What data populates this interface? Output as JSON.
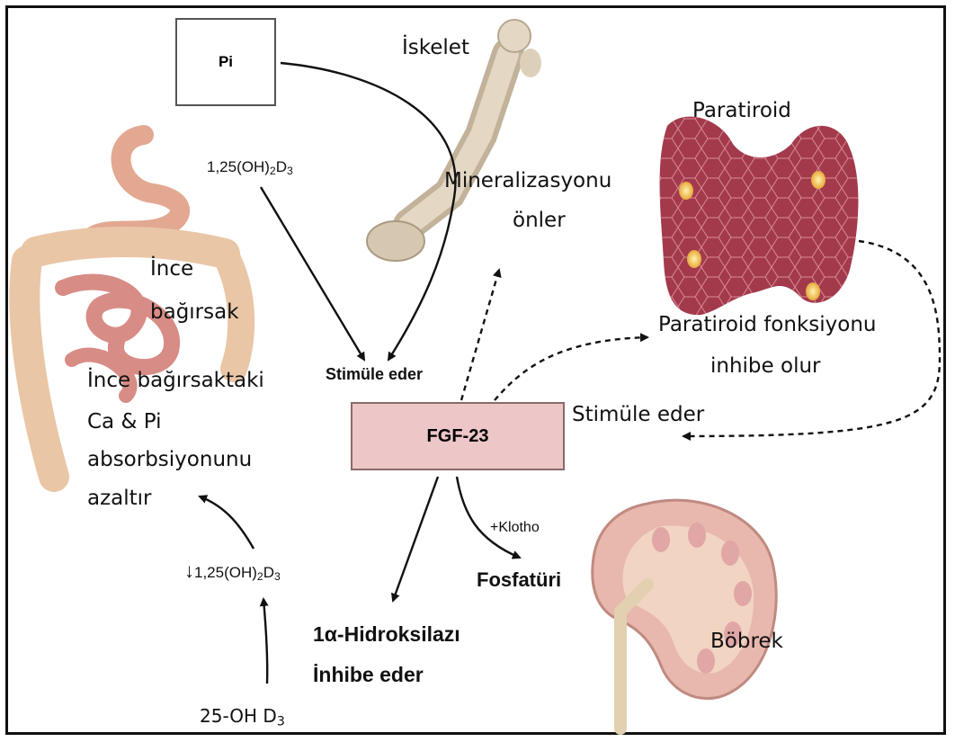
{
  "nodes": {
    "pi": "Pi",
    "fgf23": "FGF-23",
    "skeleton": "İskelet",
    "parathyroid": "Paratiroid",
    "kidney": "Böbrek",
    "intestine_line1": "İnce",
    "intestine_line2": "bağırsak"
  },
  "labels": {
    "vitd_top_prefix": "1,25(OH)",
    "vitd_top_sub1": "2",
    "vitd_top_mid": "D",
    "vitd_top_sub2": "3",
    "mineral_line1": "Mineralizasyonu",
    "mineral_line2": "önler",
    "stim_left": "Stimüle eder",
    "stim_right": "Stimüle eder",
    "pth_line1": "Paratiroid fonksiyonu",
    "pth_line2": "inhibe olur",
    "absorb_line1": "İnce bağırsaktaki",
    "absorb_line2": "Ca & Pi",
    "absorb_line3": "absorbsiyonunu",
    "absorb_line4": "azaltır",
    "klotho": "+Klotho",
    "phosphaturia": "Fosfatüri",
    "hydroxylase_line1": "1α-Hidroksilazı",
    "hydroxylase_line2": "İnhibe eder",
    "vitd_down_arrow": "↓",
    "vitd_down_prefix": "1,25(OH)",
    "vitd_down_sub1": "2",
    "vitd_down_mid": "D",
    "vitd_down_sub2": "3",
    "oh_d3_prefix": "25-OH D",
    "oh_d3_sub": "3"
  },
  "colors": {
    "fgf_box_fill": "#edc6c8",
    "fgf_box_border": "#8a6a6c",
    "bone": "#d8cbb4",
    "thyroid": "#a33a4c",
    "thyroid_nodule": "#f1c64a",
    "kidney_outer": "#e8b7ad",
    "kidney_inner": "#f1d4c2",
    "intestine": "#e9b8a4"
  },
  "icons": [
    "bone-illustration",
    "parathyroid-illustration",
    "kidney-illustration",
    "intestine-illustration"
  ]
}
